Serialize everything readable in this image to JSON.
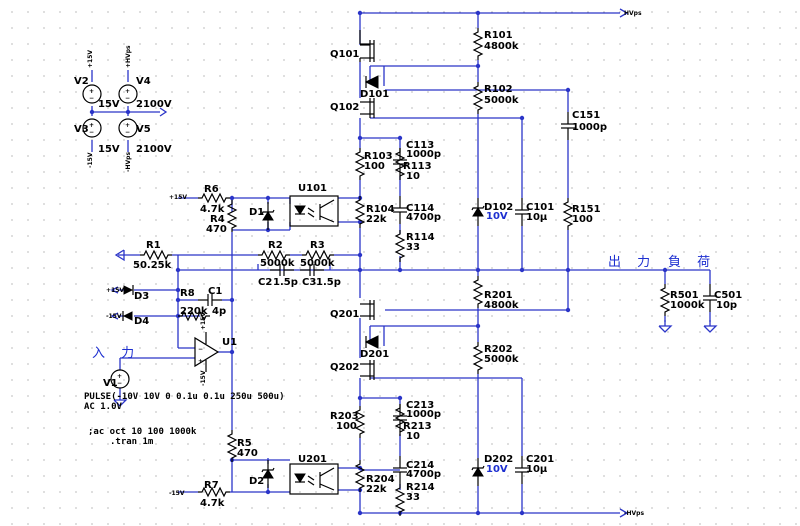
{
  "net_labels": {
    "hvps_pos": "HVps",
    "hvps_neg": "-HVps",
    "p15": "+15V",
    "m15": "-15V"
  },
  "sources": {
    "V2": {
      "ref": "V2",
      "value": "15V",
      "node": "+15V"
    },
    "V3": {
      "ref": "V3",
      "value": "15V",
      "node": "-15V"
    },
    "V4": {
      "ref": "V4",
      "value": "2100V",
      "node": "+HVps"
    },
    "V5": {
      "ref": "V5",
      "value": "2100V",
      "node": "-HVps"
    },
    "V1": {
      "ref": "V1",
      "value": "PULSE(-10V 10V 0 0.1u 0.1u 250u 500u)",
      "ac": "AC 1.0V"
    }
  },
  "resistors": {
    "R101": {
      "ref": "R101",
      "value": "4800k"
    },
    "R102": {
      "ref": "R102",
      "value": "5000k"
    },
    "R103": {
      "ref": "R103",
      "value": "100"
    },
    "R113": {
      "ref": "R113",
      "value": "10"
    },
    "R104": {
      "ref": "R104",
      "value": "22k"
    },
    "R114": {
      "ref": "R114",
      "value": "33"
    },
    "R151": {
      "ref": "R151",
      "value": "100"
    },
    "R201": {
      "ref": "R201",
      "value": "4800k"
    },
    "R202": {
      "ref": "R202",
      "value": "5000k"
    },
    "R203": {
      "ref": "R203",
      "value": "100"
    },
    "R213": {
      "ref": "R213",
      "value": "10"
    },
    "R204": {
      "ref": "R204",
      "value": "22k"
    },
    "R214": {
      "ref": "R214",
      "value": "33"
    },
    "R501": {
      "ref": "R501",
      "value": "1000k"
    },
    "R1": {
      "ref": "R1",
      "value": "50.25k"
    },
    "R2": {
      "ref": "R2",
      "value": "5000k"
    },
    "R3": {
      "ref": "R3",
      "value": "5000k"
    },
    "R4": {
      "ref": "R4",
      "value": "470"
    },
    "R5": {
      "ref": "R5",
      "value": "470"
    },
    "R6": {
      "ref": "R6",
      "value": "4.7k"
    },
    "R7": {
      "ref": "R7",
      "value": "4.7k"
    },
    "R8": {
      "ref": "R8",
      "value": "220k"
    }
  },
  "capacitors": {
    "C113": {
      "ref": "C113",
      "value": "1000p"
    },
    "C114": {
      "ref": "C114",
      "value": "4700p"
    },
    "C101": {
      "ref": "C101",
      "value": "10µ"
    },
    "C151": {
      "ref": "C151",
      "value": "1000p"
    },
    "C213": {
      "ref": "C213",
      "value": "1000p"
    },
    "C214": {
      "ref": "C214",
      "value": "4700p"
    },
    "C201": {
      "ref": "C201",
      "value": "10µ"
    },
    "C501": {
      "ref": "C501",
      "value": "10p"
    },
    "C1": {
      "ref": "C1",
      "value": "4p"
    },
    "C2": {
      "ref": "C2",
      "value": "1.5p"
    },
    "C3": {
      "ref": "C3",
      "value": "1.5p"
    }
  },
  "diodes": {
    "D101": {
      "ref": "D101"
    },
    "D102": {
      "ref": "D102",
      "value": "10V"
    },
    "D201": {
      "ref": "D201"
    },
    "D202": {
      "ref": "D202",
      "value": "10V"
    },
    "D1": {
      "ref": "D1"
    },
    "D2": {
      "ref": "D2"
    },
    "D3": {
      "ref": "D3"
    },
    "D4": {
      "ref": "D4"
    }
  },
  "transistors": {
    "Q101": "Q101",
    "Q102": "Q102",
    "Q201": "Q201",
    "Q202": "Q202"
  },
  "opto": {
    "U101": "U101",
    "U201": "U201"
  },
  "opamp": {
    "U1": "U1",
    "p15": "+15V",
    "m15": "-15V"
  },
  "labels": {
    "input": "入 力",
    "output": "出 力",
    "load": "負 荷"
  },
  "directives": {
    "ac": ";ac oct 10 100 1000k",
    "tran": ".tran 1m"
  }
}
